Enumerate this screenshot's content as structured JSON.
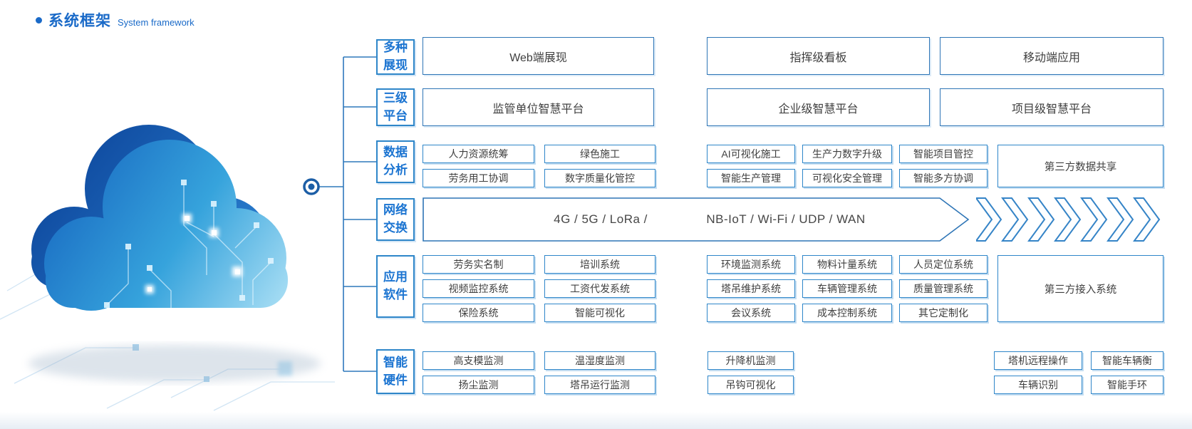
{
  "title": {
    "zh": "系统框架",
    "en": "System framework"
  },
  "colors": {
    "accent": "#1a6ac8",
    "connector_line": "#2e78bc",
    "box_border": "#2e86c9",
    "big_box_border": "#2e75b6",
    "box_text": "#3f3f3f",
    "category_text": "#1b74d1"
  },
  "categories": [
    {
      "line1": "多种",
      "line2": "展现"
    },
    {
      "line1": "三级",
      "line2": "平台"
    },
    {
      "line1": "数据",
      "line2": "分析"
    },
    {
      "line1": "网络",
      "line2": "交换"
    },
    {
      "line1": "应用",
      "line2": "软件"
    },
    {
      "line1": "智能",
      "line2": "硬件"
    }
  ],
  "row1": {
    "boxes": [
      "Web端展现",
      "指挥级看板",
      "移动端应用"
    ]
  },
  "row2": {
    "boxes": [
      "监管单位智慧平台",
      "企业级智慧平台",
      "项目级智慧平台"
    ]
  },
  "row3": {
    "left": [
      [
        "人力资源统筹",
        "绿色施工"
      ],
      [
        "劳务用工协调",
        "数字质量化管控"
      ]
    ],
    "mid": [
      [
        "AI可视化施工",
        "生产力数字升级",
        "智能项目管控"
      ],
      [
        "智能生产管理",
        "可视化安全管理",
        "智能多方协调"
      ]
    ],
    "side": "第三方数据共享"
  },
  "row4": {
    "text_left": "4G / 5G / LoRa /",
    "text_right": "NB-IoT / Wi-Fi / UDP / WAN"
  },
  "row5": {
    "left": [
      [
        "劳务实名制",
        "培训系统"
      ],
      [
        "视频监控系统",
        "工资代发系统"
      ],
      [
        "保险系统",
        "智能可视化"
      ]
    ],
    "mid": [
      [
        "环境监测系统",
        "物料计量系统",
        "人员定位系统"
      ],
      [
        "塔吊维护系统",
        "车辆管理系统",
        "质量管理系统"
      ],
      [
        "会议系统",
        "成本控制系统",
        "其它定制化"
      ]
    ],
    "side": "第三方接入系统"
  },
  "row6": {
    "grid": [
      [
        "高支模监测",
        "温湿度监测",
        "升降机监测",
        "塔机远程操作",
        "智能车辆衡"
      ],
      [
        "扬尘监测",
        "塔吊运行监测",
        "吊钩可视化",
        "车辆识别",
        "智能手环"
      ]
    ]
  }
}
